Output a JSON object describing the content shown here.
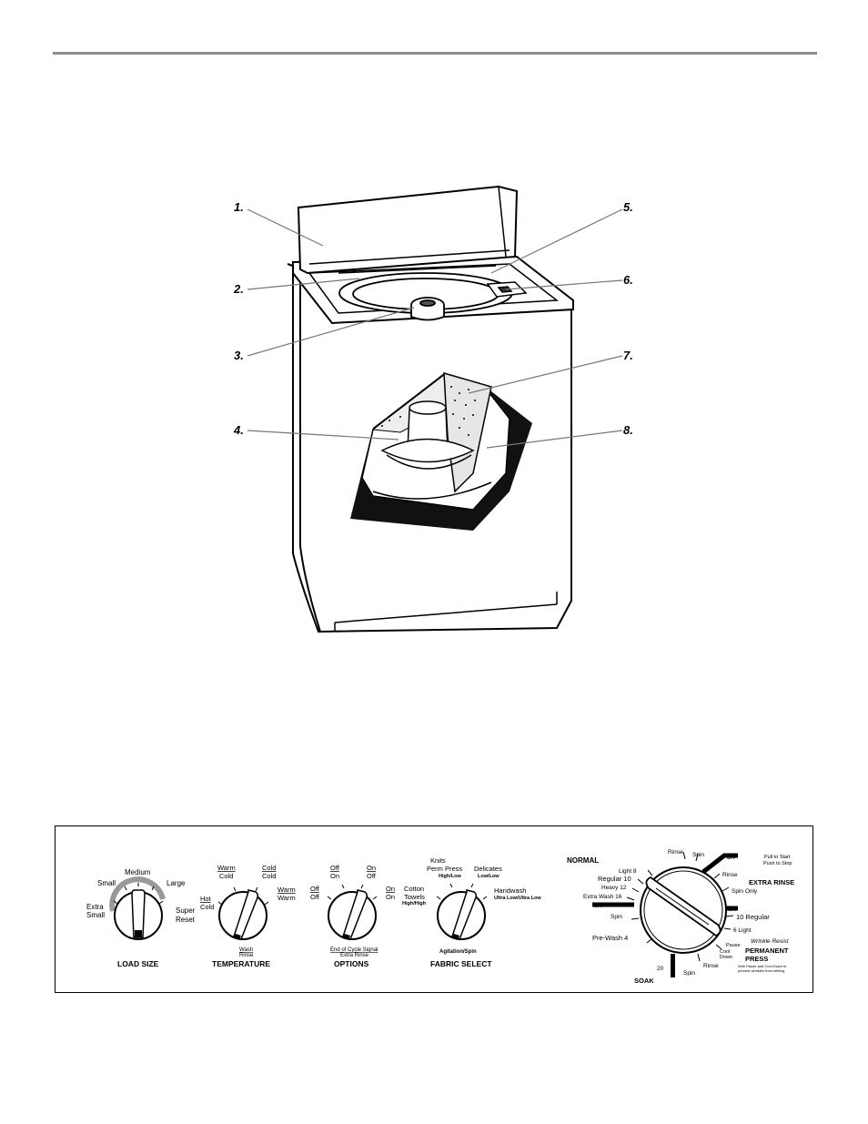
{
  "callouts": [
    "1.",
    "2.",
    "3.",
    "4.",
    "5.",
    "6.",
    "7.",
    "8."
  ],
  "panel": {
    "load_size": {
      "title": "LOAD SIZE",
      "labels": [
        "Extra",
        "Small",
        "Small",
        "Medium",
        "Large",
        "Super",
        "Reset"
      ]
    },
    "temperature": {
      "title": "TEMPERATURE",
      "labels": [
        "Hot",
        "Cold",
        "Warm",
        "Cold",
        "Cold",
        "Cold",
        "Warm",
        "Warm",
        "Wash",
        "Rinse"
      ]
    },
    "options": {
      "title": "OPTIONS",
      "labels": [
        "Off",
        "Off",
        "Off",
        "On",
        "On",
        "Off",
        "On",
        "On",
        "End of Cycle Signal",
        "Extra Rinse"
      ]
    },
    "fabric_select": {
      "title": "FABRIC SELECT",
      "labels": [
        "Knits",
        "Perm Press",
        "High/Low",
        "Delicates",
        "Low/Low",
        "Cotton",
        "Towels",
        "High/High",
        "Handwash",
        "Ultra Low/Ultra Low",
        "Agitation/Spin"
      ]
    },
    "cycle": {
      "normal": "NORMAL",
      "extra_rinse": "EXTRA RINSE",
      "soak": "SOAK",
      "permanent_press_1": "PERMANENT",
      "permanent_press_2": "PRESS",
      "wrinkle_resist": "Wrinkle Resist",
      "pp_note_1": "With Pause and Cool Down to",
      "pp_note_2": "prevent wrinkles from setting.",
      "pull_to_start": "Pull to Start",
      "push_to_stop": "Push to Stop",
      "off": "OFF",
      "labels": {
        "rinse_top": "Rinse",
        "spin_top": "Spin",
        "light8": "Light 8",
        "regular10": "Regular 10",
        "heavy12": "Heavy 12",
        "extrawash16": "Extra Wash 16",
        "spin_left": "Spin",
        "prewash4": "Pre-Wash 4",
        "twenty": "20",
        "spin_bottom": "Spin",
        "rinse_bottom": "Rinse",
        "cool": "Cool",
        "down": "Down",
        "pause": "Pause",
        "light6": "6 Light",
        "regular10_r": "10 Regular",
        "spin_only": "Spin Only",
        "rinse_r": "Rinse"
      }
    }
  }
}
